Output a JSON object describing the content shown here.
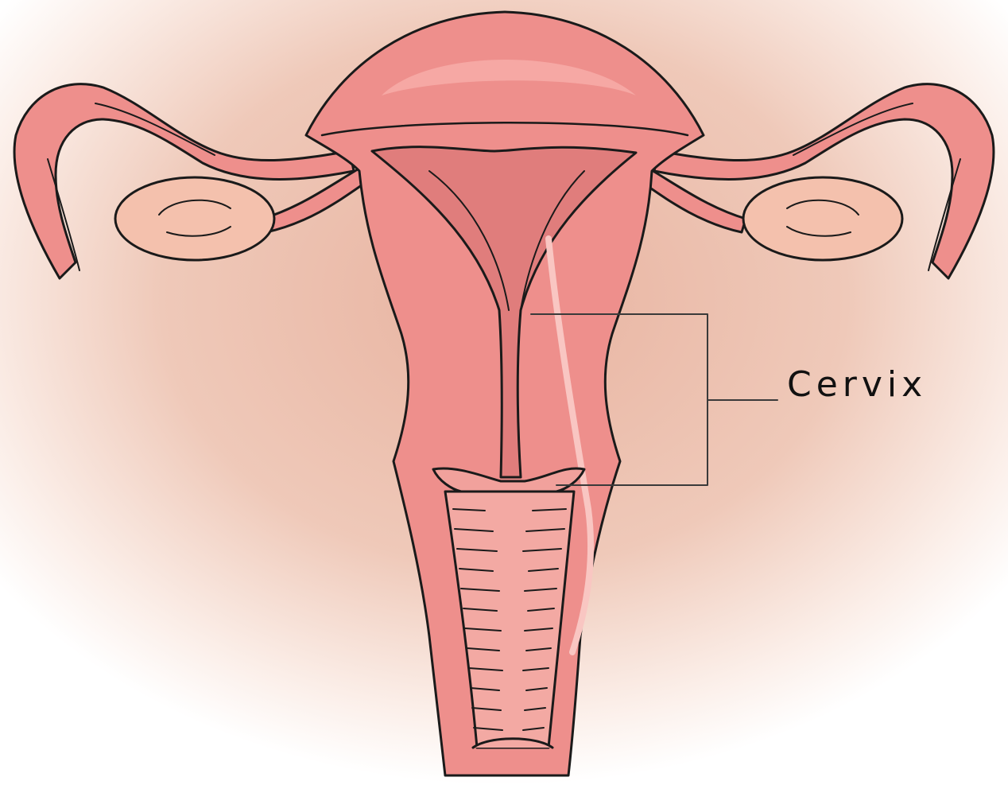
{
  "diagram": {
    "labels": {
      "cervix": "Cervix"
    },
    "colors": {
      "background_glow": "#e9b7a4",
      "tissue": "#ee8f8c",
      "tissue_light": "#f6a8a4",
      "tissue_dark": "#d9706f",
      "ovary": "#f4c1ad",
      "outline": "#1a1a1a"
    },
    "structures": [
      "uterus",
      "fallopian-tube-left",
      "fallopian-tube-right",
      "ovary-left",
      "ovary-right",
      "cervix",
      "vagina"
    ]
  }
}
